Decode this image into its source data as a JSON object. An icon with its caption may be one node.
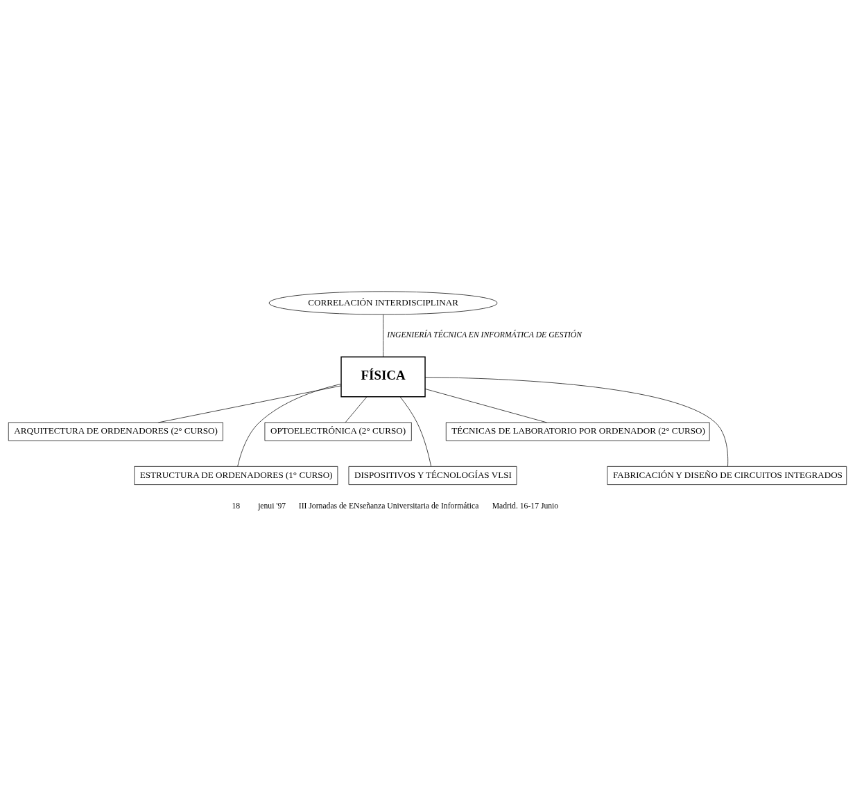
{
  "diagram": {
    "nodes": [
      {
        "text": [
          "CORRELACIÓN INTERDISCIPLINAR"
        ]
      },
      {
        "text": [
          "FÍSICA"
        ]
      },
      {
        "text": [
          "ARQUITECTURA DE ORDENADORES (2° CURSO)"
        ]
      },
      {
        "text": [
          "ESTRUCTURA DE ORDENADORES (1° CURSO)"
        ]
      },
      {
        "text": [
          "OPTOELECTRÓNICA (2° CURSO)"
        ]
      },
      {
        "text": [
          "DISPOSITIVOS Y TÉCNOLOGÍAS VLSI"
        ]
      },
      {
        "text": [
          "TÉCNICAS DE LABORATORIO POR ORDENADOR (2° CURSO)"
        ]
      },
      {
        "text": [
          "FABRICACIÓN Y DISEÑO DE CIRCUITOS INTEGRADOS"
        ]
      }
    ],
    "edges": [
      {
        "from": 0,
        "to": 1,
        "arrow": "none",
        "label": "INGENIERÍA TÉCNICA EN INFORMÁTICA DE GESTIÓN"
      },
      {
        "from": 1,
        "to": 2,
        "arrow": "none"
      },
      {
        "from": 1,
        "to": 3,
        "arrow": "none"
      },
      {
        "from": 1,
        "to": 4,
        "arrow": "none"
      },
      {
        "from": 1,
        "to": 5,
        "arrow": "none"
      },
      {
        "from": 1,
        "to": 6,
        "arrow": "none"
      },
      {
        "from": 1,
        "to": 7,
        "arrow": "none"
      }
    ],
    "labels": [
      "18",
      "jenui '97",
      "III Jornadas de ENseñanza Universitaria de Informática",
      "Madrid. 16-17 Junio"
    ]
  }
}
